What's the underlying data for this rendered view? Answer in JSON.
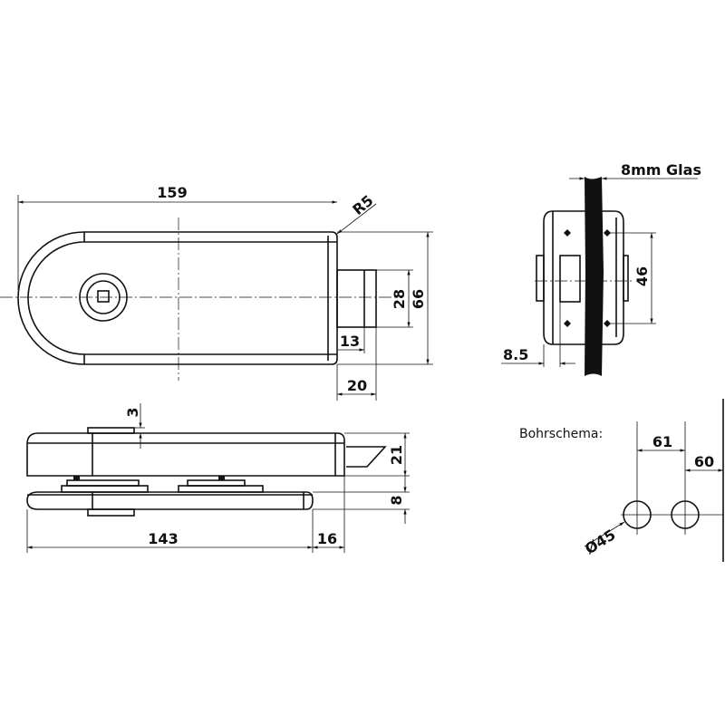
{
  "top_view": {
    "width": "159",
    "radius": "R5",
    "bolt_height": "28",
    "height": "66",
    "bolt_inset": "13",
    "bolt_length": "20"
  },
  "side_view": {
    "tab_height": "3",
    "body_height": "21",
    "plate_height": "8",
    "plate_length": "143",
    "bolt_overhang": "16"
  },
  "end_view": {
    "glass_label": "8mm Glas",
    "screw_spacing": "46",
    "offset": "8.5"
  },
  "drill_scheme": {
    "title": "Bohrschema:",
    "hole_spacing": "61",
    "edge_distance": "60",
    "hole_diameter": "Ø45"
  }
}
